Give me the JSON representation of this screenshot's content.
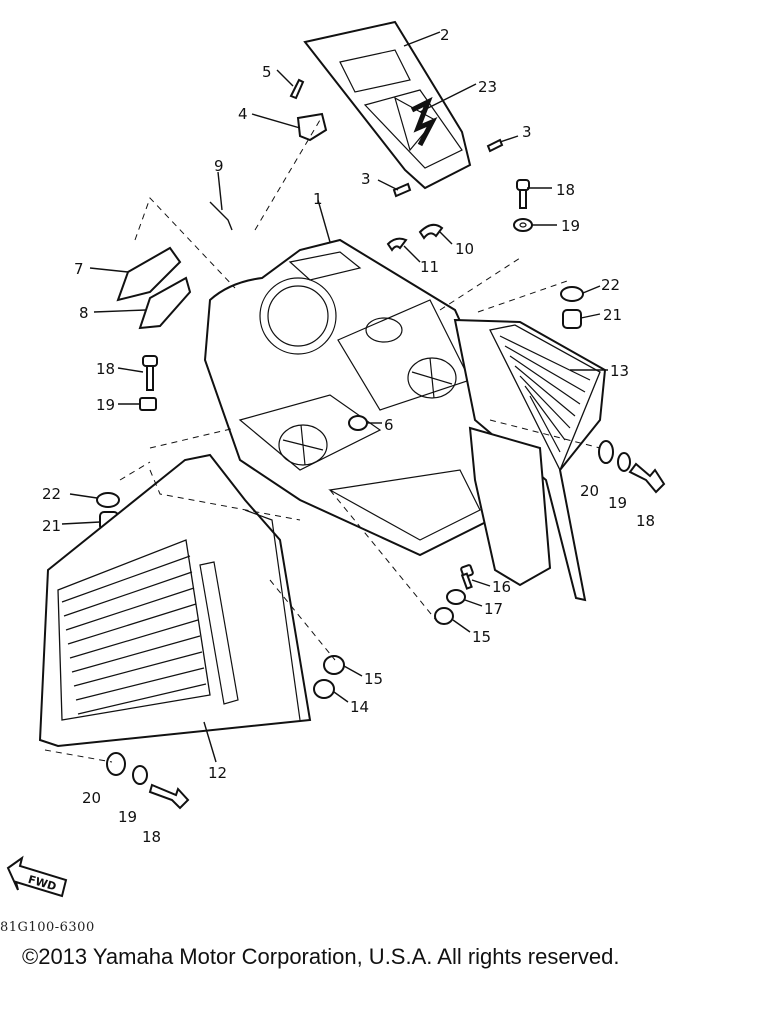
{
  "diagram": {
    "callouts": [
      {
        "id": "c2",
        "label": "2"
      },
      {
        "id": "c23",
        "label": "23"
      },
      {
        "id": "c5",
        "label": "5"
      },
      {
        "id": "c4",
        "label": "4"
      },
      {
        "id": "c3a",
        "label": "3"
      },
      {
        "id": "c3b",
        "label": "3"
      },
      {
        "id": "c9",
        "label": "9"
      },
      {
        "id": "c18a",
        "label": "18"
      },
      {
        "id": "c19a",
        "label": "19"
      },
      {
        "id": "c1",
        "label": "1"
      },
      {
        "id": "c10",
        "label": "10"
      },
      {
        "id": "c11",
        "label": "11"
      },
      {
        "id": "c7",
        "label": "7"
      },
      {
        "id": "c8",
        "label": "8"
      },
      {
        "id": "c22a",
        "label": "22"
      },
      {
        "id": "c21a",
        "label": "21"
      },
      {
        "id": "c13",
        "label": "13"
      },
      {
        "id": "c18b",
        "label": "18"
      },
      {
        "id": "c19b",
        "label": "19"
      },
      {
        "id": "c6",
        "label": "6"
      },
      {
        "id": "c20a",
        "label": "20"
      },
      {
        "id": "c19c",
        "label": "19"
      },
      {
        "id": "c18c",
        "label": "18"
      },
      {
        "id": "c22b",
        "label": "22"
      },
      {
        "id": "c21b",
        "label": "21"
      },
      {
        "id": "c16",
        "label": "16"
      },
      {
        "id": "c17",
        "label": "17"
      },
      {
        "id": "c15a",
        "label": "15"
      },
      {
        "id": "c15b",
        "label": "15"
      },
      {
        "id": "c14",
        "label": "14"
      },
      {
        "id": "c12",
        "label": "12"
      },
      {
        "id": "c20b",
        "label": "20"
      },
      {
        "id": "c19d",
        "label": "19"
      },
      {
        "id": "c18d",
        "label": "18"
      }
    ],
    "fwd_label": "FWD",
    "code": "81G100-6300",
    "copyright": "©2013 Yamaha Motor Corporation, U.S.A. All rights reserved."
  }
}
